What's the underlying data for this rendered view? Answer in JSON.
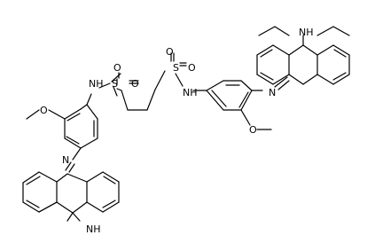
{
  "atom_labels": {
    "nh_left": "NH",
    "s_left": "S",
    "o_left_1": "O",
    "o_left_2": "O",
    "s_right": "S",
    "o_right_1": "O",
    "o_right_2": "O",
    "nh_right": "NH",
    "o_methoxy_left": "O",
    "o_methoxy_right": "O",
    "n_imine_left": "N",
    "n_imine_right": "N",
    "nh_acridine_top": "NH",
    "nh_acridine_bottom": "NH"
  }
}
